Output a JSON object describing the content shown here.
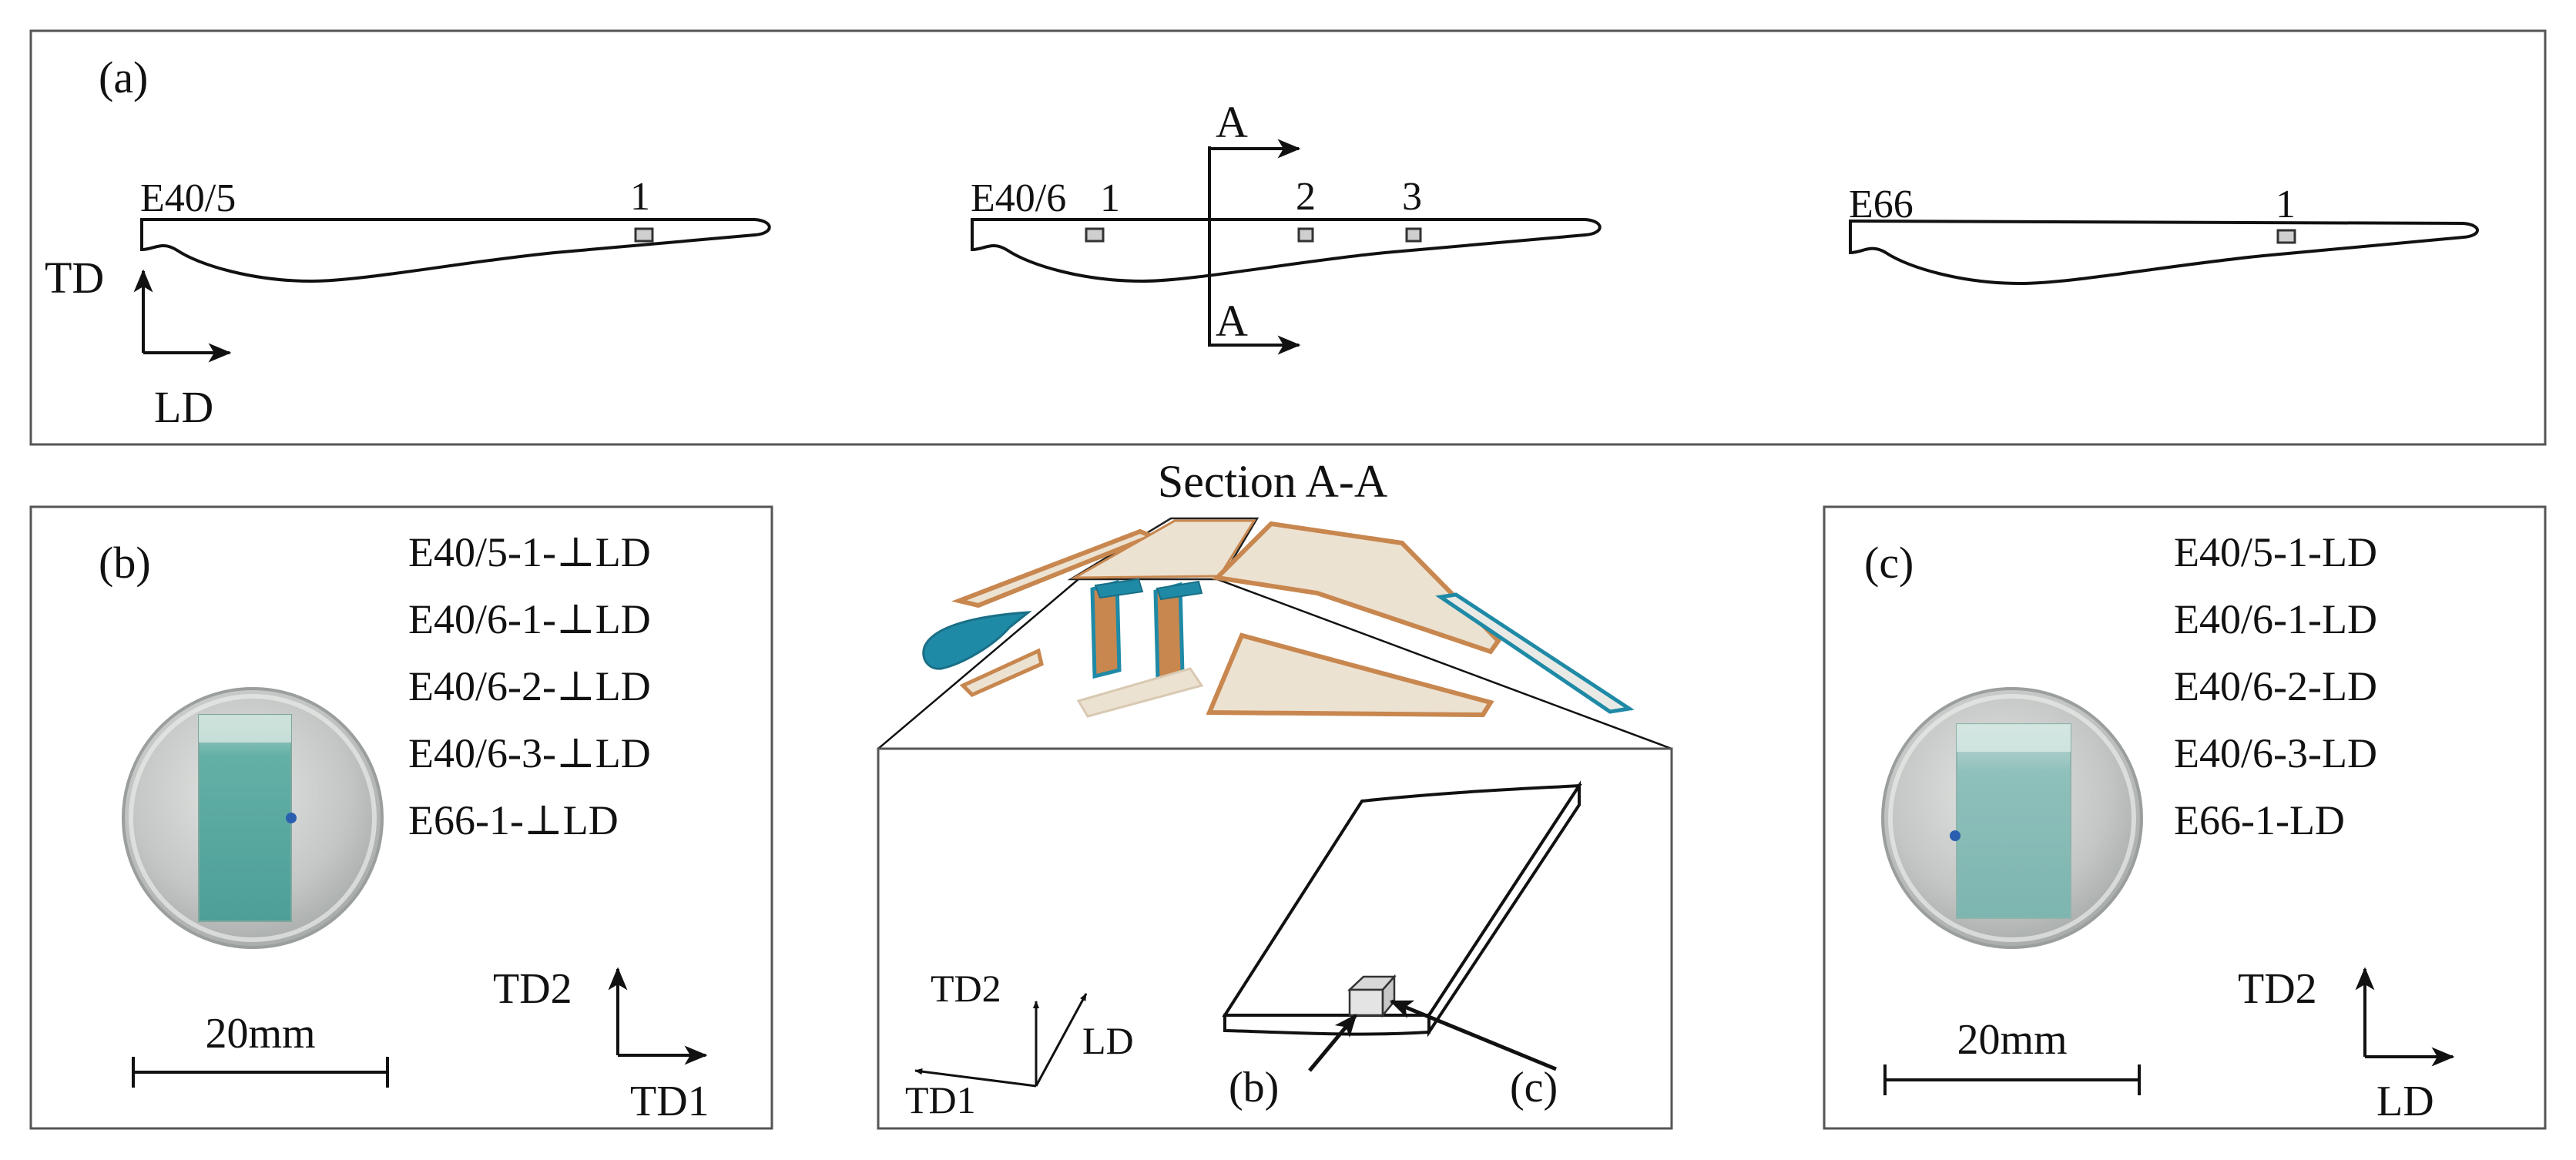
{
  "panel_a": {
    "label": "(a)",
    "profiles": [
      {
        "name": "E40/5",
        "markers": [
          "1"
        ]
      },
      {
        "name": "E40/6",
        "markers": [
          "1",
          "2",
          "3"
        ]
      },
      {
        "name": "E66",
        "markers": [
          "1"
        ]
      }
    ],
    "axes": {
      "y": "TD",
      "x": "LD"
    },
    "section_marks": {
      "top": "A",
      "bottom": "A"
    }
  },
  "section_title": "Section A-A",
  "panel_b": {
    "label": "(b)",
    "specimens": [
      "E40/5-1-⊥LD",
      "E40/6-1-⊥LD",
      "E40/6-2-⊥LD",
      "E40/6-3-⊥LD",
      "E66-1-⊥LD"
    ],
    "scale": "20mm",
    "axes": {
      "y": "TD2",
      "x": "TD1"
    }
  },
  "panel_c": {
    "label": "(c)",
    "specimens": [
      "E40/5-1-LD",
      "E40/6-1-LD",
      "E40/6-2-LD",
      "E40/6-3-LD",
      "E66-1-LD"
    ],
    "scale": "20mm",
    "axes": {
      "y": "TD2",
      "x": "LD"
    }
  },
  "inset": {
    "axes": {
      "y": "TD2",
      "x": "TD1",
      "z": "LD"
    },
    "callouts": [
      "(b)",
      "(c)"
    ]
  },
  "colors": {
    "blade_fill": "#ece2d2",
    "blade_edge": "#c8874f",
    "teal": "#1f8aa6",
    "sample_teal": "#58a7a0",
    "disc_gray": "#c9ccca"
  }
}
